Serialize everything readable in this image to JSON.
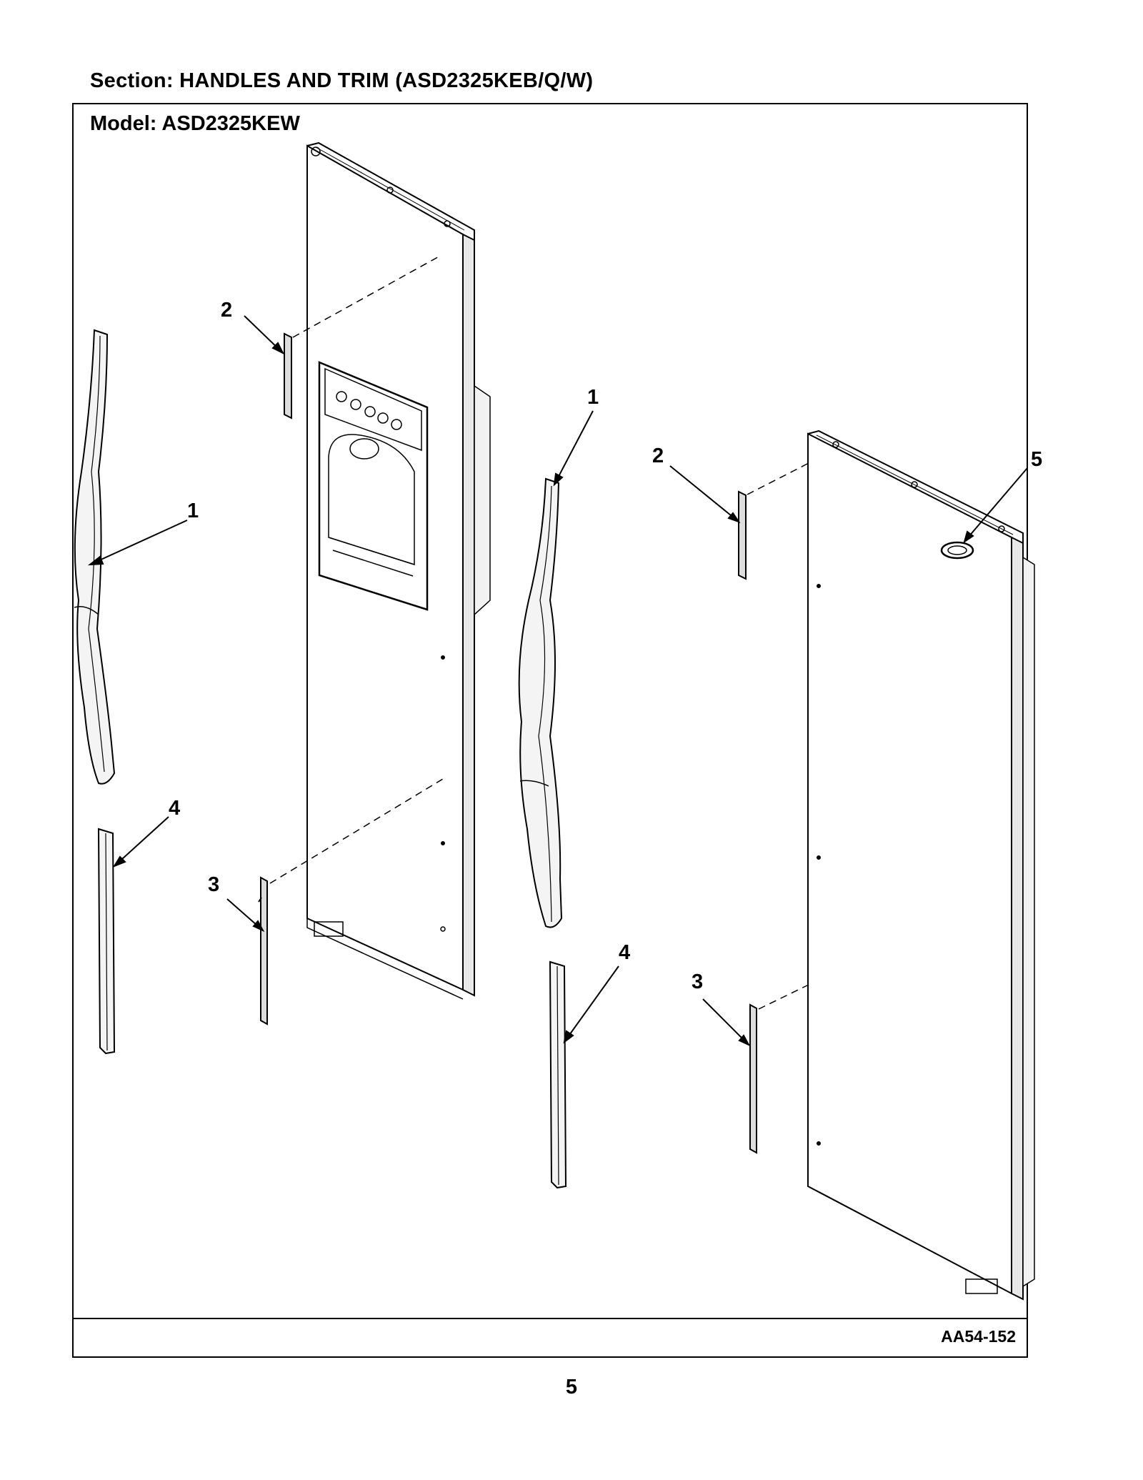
{
  "header": {
    "section_title": "Section:  HANDLES AND TRIM (ASD2325KEB/Q/W)"
  },
  "frame": {
    "model_label": "Model:  ASD2325KEW",
    "drawing_id": "AA54-152"
  },
  "page": {
    "number": "5"
  },
  "callouts": {
    "left_handle": "1",
    "left_upper_trim": "2",
    "left_lower_trim": "3",
    "left_end_cap": "4",
    "right_handle": "1",
    "right_upper_trim": "2",
    "right_lower_trim": "3",
    "right_end_cap": "4",
    "logo_badge": "5"
  }
}
